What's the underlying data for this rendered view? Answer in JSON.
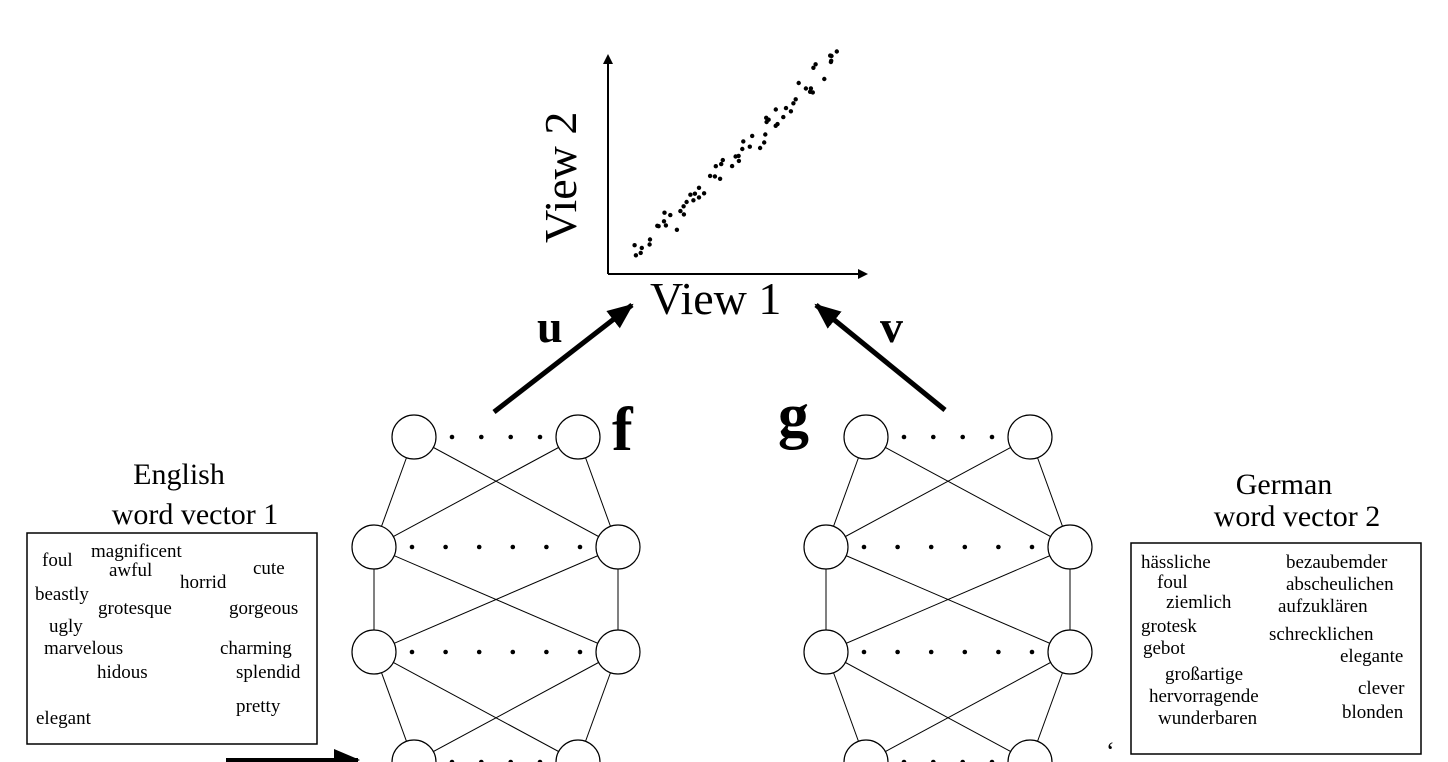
{
  "plot": {
    "ylabel": "View 2",
    "xlabel": "View 1"
  },
  "arrows": {
    "left_label": "u",
    "right_label": "v"
  },
  "networks": {
    "left_label": "f",
    "right_label": "g"
  },
  "english_box": {
    "title_line1": "English",
    "title_line2": "word vector 1",
    "words": [
      "foul",
      "magnificent",
      "awful",
      "horrid",
      "cute",
      "beastly",
      "grotesque",
      "gorgeous",
      "ugly",
      "marvelous",
      "charming",
      "hidous",
      "splendid",
      "pretty",
      "elegant"
    ]
  },
  "german_box": {
    "title_line1": "German",
    "title_line2": "word vector 2",
    "words": [
      "hässliche",
      "bezaubemder",
      "foul",
      "abscheulichen",
      "ziemlich",
      "aufzuklären",
      "grotesk",
      "schrecklichen",
      "gebot",
      "elegante",
      "großartige",
      "clever",
      "hervorragende",
      "blonden",
      "wunderbaren"
    ]
  }
}
